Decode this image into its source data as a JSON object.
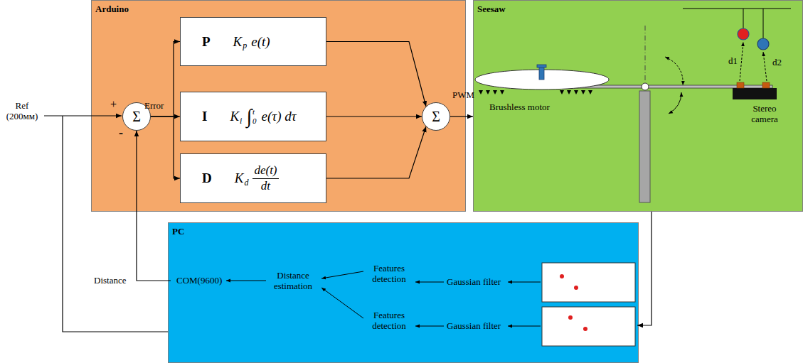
{
  "diagram": {
    "nodes": [
      {
        "text": [
          "Arduino"
        ]
      },
      {
        "text": [
          "Σ"
        ],
        "in": 0
      },
      {
        "text": [
          "P",
          "K",
          "p",
          "e(t)"
        ],
        "in": 0
      },
      {
        "text": [
          "I",
          "K",
          "i",
          "∫",
          "t",
          "0",
          "e(τ) dτ"
        ],
        "in": 0
      },
      {
        "text": [
          "D",
          "K",
          "d",
          "de(t)",
          "dt"
        ],
        "in": 0
      },
      {
        "text": [
          "Σ"
        ],
        "in": 0
      },
      {
        "text": [
          "Seesaw"
        ]
      },
      {
        "text": [
          "PC"
        ]
      }
    ],
    "edges": [
      {
        "from": 1,
        "to": 2,
        "arrow": "to"
      },
      {
        "from": 1,
        "to": 3,
        "arrow": "to"
      },
      {
        "from": 1,
        "to": 4,
        "arrow": "to"
      },
      {
        "from": 2,
        "to": 5,
        "arrow": "to"
      },
      {
        "from": 3,
        "to": 5,
        "arrow": "to"
      },
      {
        "from": 4,
        "to": 5,
        "arrow": "to"
      },
      {
        "from": 5,
        "to": 6,
        "label": "PWM",
        "arrow": "to"
      },
      {
        "from": 6,
        "to": 7,
        "arrow": "to"
      },
      {
        "from": 7,
        "to": 1,
        "label": "Distance",
        "arrow": "to"
      }
    ],
    "labels": [
      "Ref (200мм)",
      "+",
      "-",
      "Error",
      "Brushless motor",
      "d1",
      "d2",
      "Stereo camera",
      "COM(9600)",
      "Distance estimation",
      "Features detection",
      "Features detection",
      "Gaussian filter",
      "Gaussian filter"
    ]
  }
}
